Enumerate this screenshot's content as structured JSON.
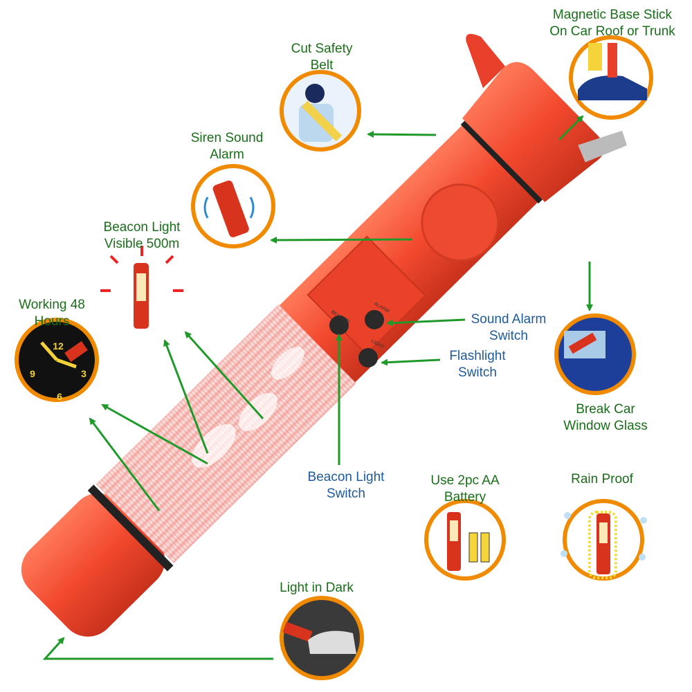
{
  "labels": {
    "cut_belt": [
      "Cut Safety",
      "Belt"
    ],
    "magnetic": [
      "Magnetic Base Stick",
      "On Car Roof or Trunk"
    ],
    "siren": [
      "Siren Sound",
      "Alarm"
    ],
    "beacon_visible": [
      "Beacon Light",
      "Visible 500m"
    ],
    "working": [
      "Working 48",
      "Hours"
    ],
    "sound_switch": [
      "Sound Alarm",
      "Switch"
    ],
    "flash_switch": [
      "Flashlight",
      "Switch"
    ],
    "break_window": [
      "Break Car",
      "Window Glass"
    ],
    "beacon_switch": [
      "Beacon Light",
      "Switch"
    ],
    "battery": [
      "Use 2pc AA",
      "Battery"
    ],
    "rain": [
      "Rain Proof"
    ],
    "dark": [
      "Light in Dark"
    ]
  },
  "device_buttons": {
    "beacon": "BEACON",
    "alarm": "ALARM",
    "light": "LIGHT"
  },
  "clock_numbers": [
    "12",
    "3",
    "6",
    "9"
  ],
  "colors": {
    "label_green": "#1a6e1a",
    "label_blue": "#1e5a9c",
    "arrow": "#1f9a2a",
    "body": "#f2492e",
    "ring": "#f08a00"
  }
}
